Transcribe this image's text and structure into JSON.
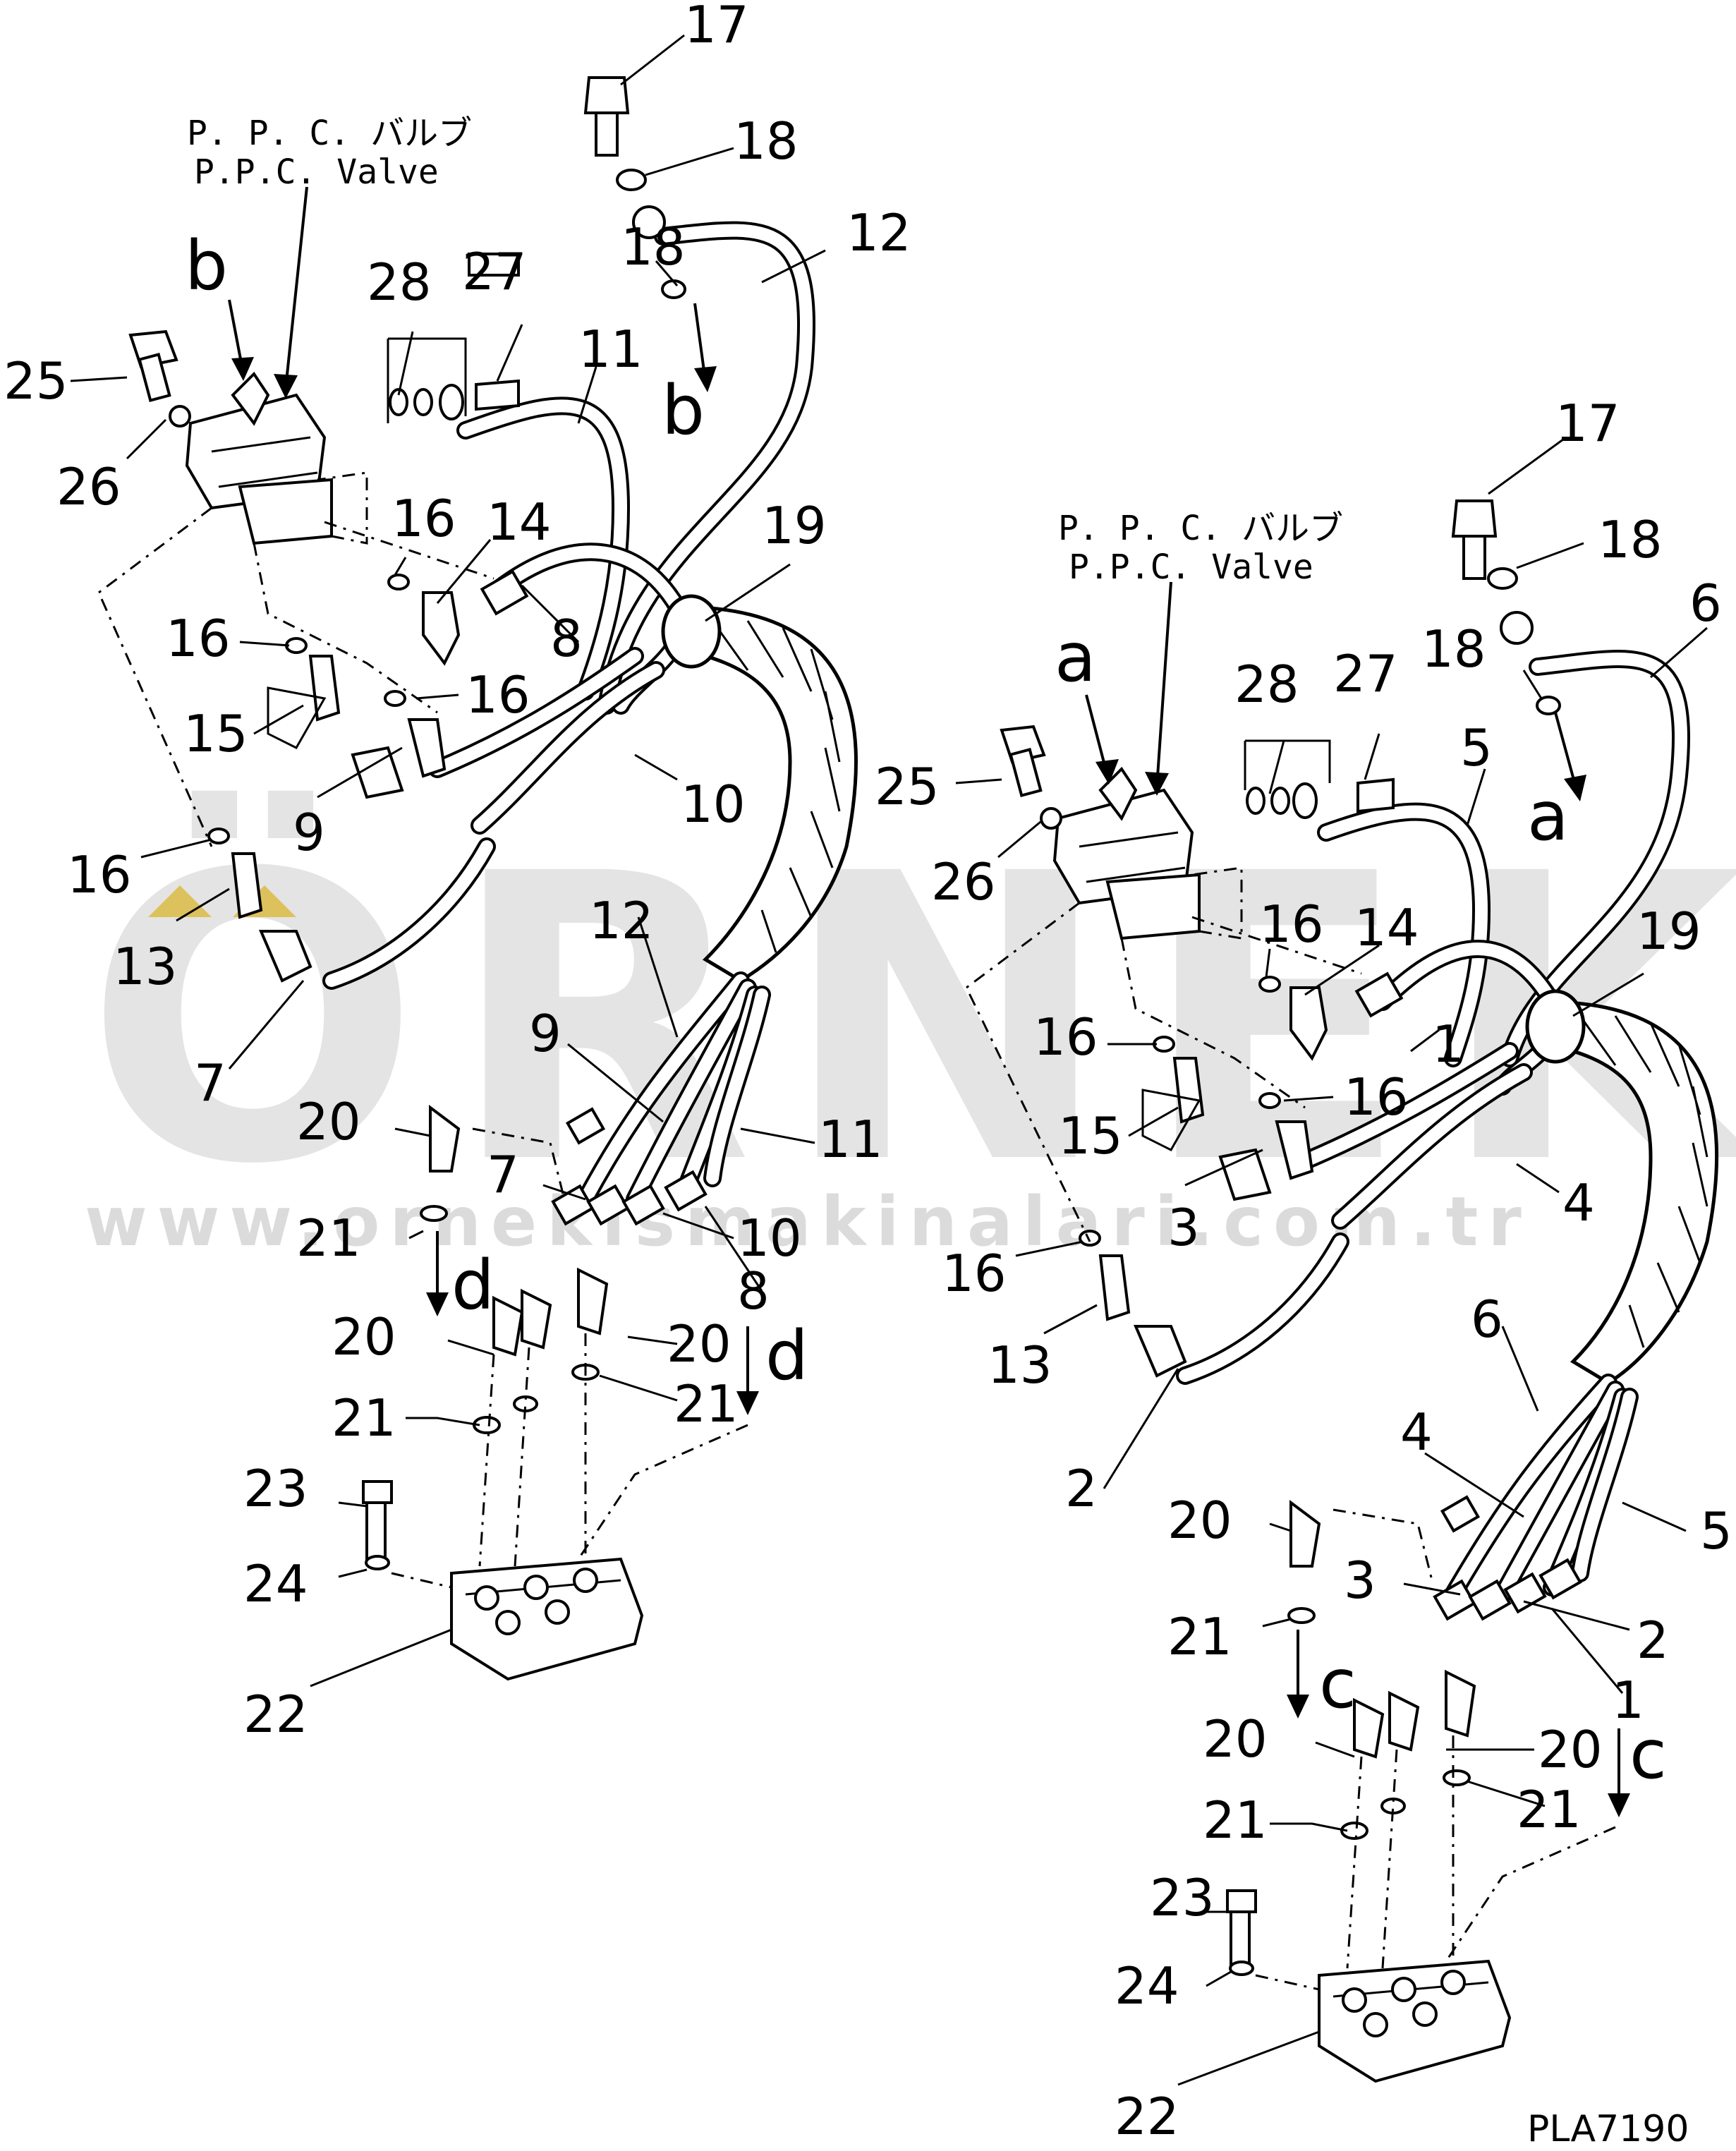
{
  "watermark": {
    "brand": "ÖRNEK",
    "url": "www.ornekismakinalari.com.tr"
  },
  "valve_label": {
    "jp": "P. P. C. バルブ",
    "en": "P.P.C. Valve"
  },
  "drawing_code": "PLA7190",
  "views": {
    "a": "a",
    "b": "b",
    "c": "c",
    "d": "d"
  },
  "parts": {
    "p1": "1",
    "p2": "2",
    "p3": "3",
    "p4": "4",
    "p5": "5",
    "p6": "6",
    "p7": "7",
    "p8": "8",
    "p9": "9",
    "p10": "10",
    "p11": "11",
    "p12": "12",
    "p13": "13",
    "p14": "14",
    "p15": "15",
    "p16": "16",
    "p17": "17",
    "p18": "18",
    "p19": "19",
    "p20": "20",
    "p21": "21",
    "p22": "22",
    "p23": "23",
    "p24": "24",
    "p25": "25",
    "p26": "26",
    "p27": "27",
    "p28": "28"
  }
}
